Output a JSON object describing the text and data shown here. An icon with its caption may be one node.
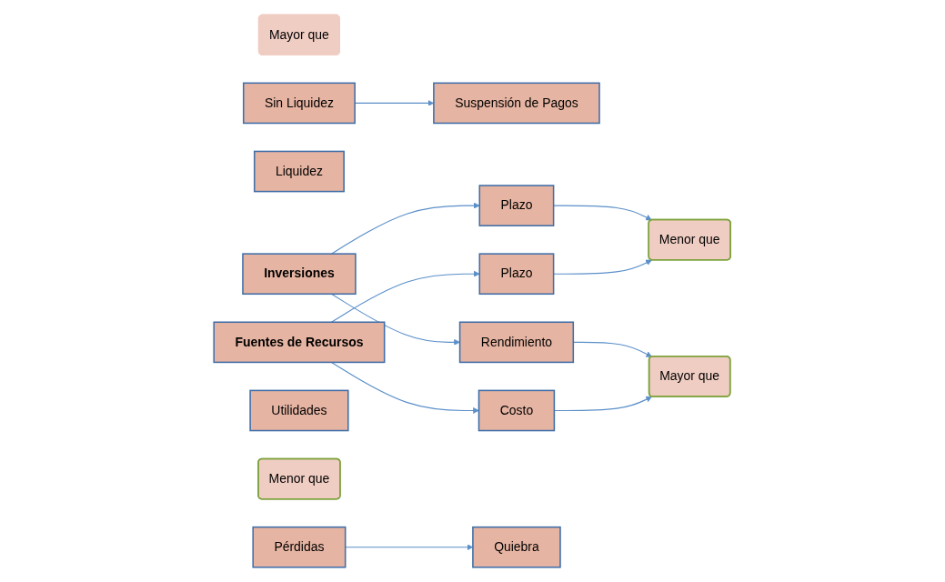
{
  "diagram": {
    "nodes": [
      {
        "text": [
          "Mayor que"
        ]
      },
      {
        "text": [
          "Sin Liquidez"
        ]
      },
      {
        "text": [
          "Suspensión de Pagos"
        ]
      },
      {
        "text": [
          "Plazo"
        ]
      },
      {
        "text": [
          "Menor que"
        ]
      },
      {
        "text": [
          "Plazo"
        ]
      },
      {
        "text": [
          "Liquidez"
        ]
      },
      {
        "text": [
          "Inversiones"
        ]
      },
      {
        "text": [
          "Fuentes de Recursos"
        ]
      },
      {
        "text": [
          "Utilidades"
        ]
      },
      {
        "text": [
          "Rendimiento"
        ]
      },
      {
        "text": [
          "Mayor que"
        ]
      },
      {
        "text": [
          "Costo"
        ]
      },
      {
        "text": [
          "Menor que"
        ]
      },
      {
        "text": [
          "Pérdidas"
        ]
      },
      {
        "text": [
          "Quiebra"
        ]
      }
    ],
    "edges": [
      {
        "from": 1,
        "to": 2,
        "arrow": "to"
      },
      {
        "from": 7,
        "to": 3,
        "arrow": "to"
      },
      {
        "from": 3,
        "to": 4,
        "arrow": "to"
      },
      {
        "from": 5,
        "to": 4,
        "arrow": "to"
      },
      {
        "from": 8,
        "to": 5,
        "arrow": "to"
      },
      {
        "from": 7,
        "to": 10,
        "arrow": "to"
      },
      {
        "from": 8,
        "to": 12,
        "arrow": "to"
      },
      {
        "from": 10,
        "to": 11,
        "arrow": "to"
      },
      {
        "from": 12,
        "to": 11,
        "arrow": "to"
      },
      {
        "from": 14,
        "to": 15,
        "arrow": "to"
      }
    ]
  }
}
